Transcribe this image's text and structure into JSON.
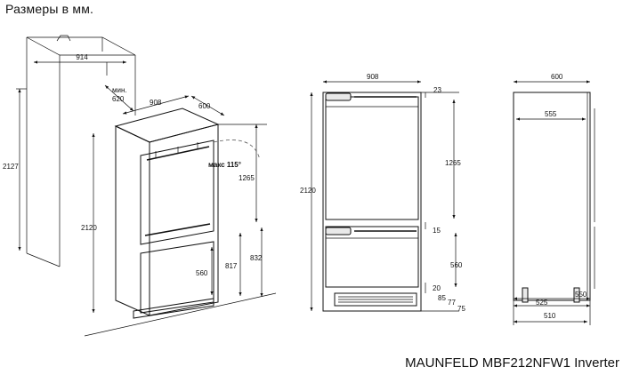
{
  "title": "Размеры в мм.",
  "model": "MAUNFELD MBF212NFW1 Inverter",
  "perspective": {
    "niche_width": "914",
    "niche_height": "2127",
    "min_depth_label": "мин.",
    "min_depth_value": "620",
    "unit_width": "908",
    "unit_depth": "600",
    "unit_height": "2120",
    "door_top_height": "1265",
    "door_bottom_outer": "832",
    "door_bottom_mid": "817",
    "door_bottom_inner": "560",
    "max_angle": "макс 115°"
  },
  "front": {
    "width": "908",
    "height": "2120",
    "top_gap": "23",
    "upper_door": "1265",
    "door_gap": "15",
    "lower_door": "560",
    "bottom_gap": "20",
    "plinth_a": "85",
    "plinth_b": "77",
    "plinth_c": "75"
  },
  "side": {
    "depth": "600",
    "inner_depth": "555",
    "base_550": "550",
    "base_525": "525",
    "base_510": "510"
  }
}
